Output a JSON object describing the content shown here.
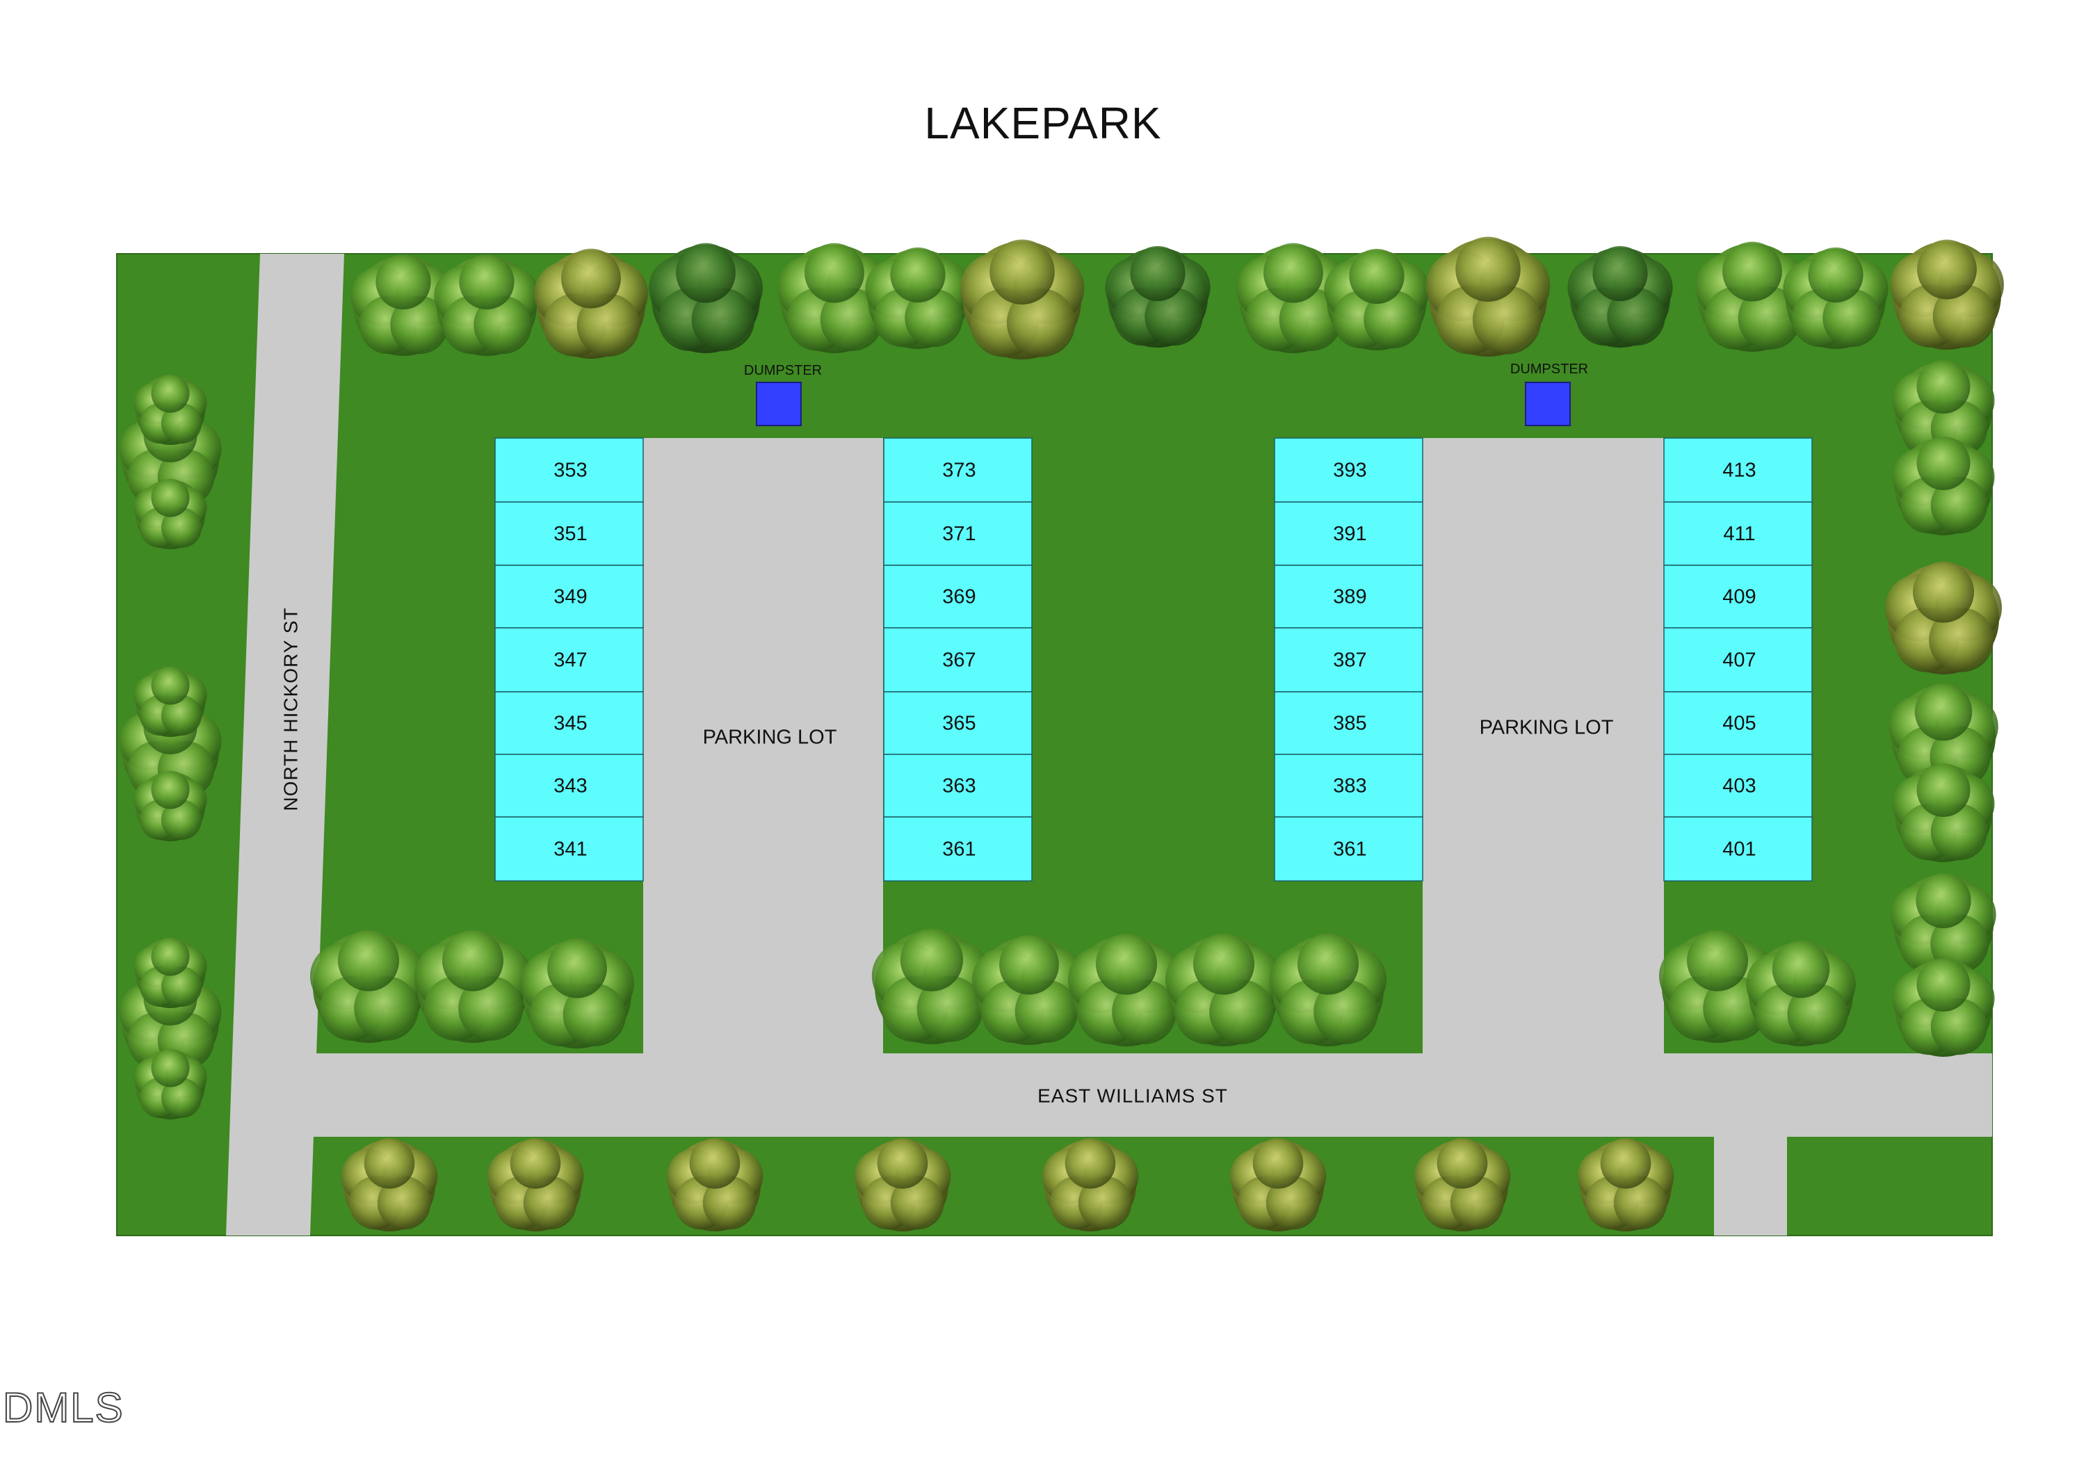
{
  "title": "LAKEPARK",
  "streets": {
    "north": "NORTH HICKORY ST",
    "east": "EAST WILLIAMS ST"
  },
  "parking_lots": [
    "PARKING LOT",
    "PARKING LOT"
  ],
  "dumpsters": [
    "DUMPSTER",
    "DUMPSTER"
  ],
  "buildings": [
    {
      "units": [
        "353",
        "351",
        "349",
        "347",
        "345",
        "343",
        "341"
      ]
    },
    {
      "units": [
        "373",
        "371",
        "369",
        "367",
        "365",
        "363",
        "361"
      ]
    },
    {
      "units": [
        "393",
        "391",
        "389",
        "387",
        "385",
        "383",
        "361"
      ]
    },
    {
      "units": [
        "413",
        "411",
        "409",
        "407",
        "405",
        "403",
        "401"
      ]
    }
  ],
  "watermark": "DMLS",
  "colors": {
    "grass": "#3f8a22",
    "pavement": "#cbcbcb",
    "unit": "#5dfdfd",
    "dumpster": "#3340ff",
    "tree_dark": "#2f6e1a",
    "tree_light": "#9fd46a",
    "tree_olive": "#7f8f2e"
  }
}
